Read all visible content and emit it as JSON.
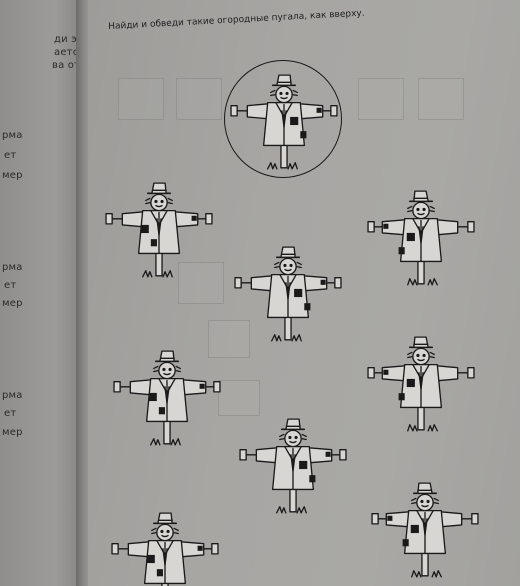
{
  "page": {
    "instruction": "Найди и обведи такие огородные пугала, как вверху."
  },
  "left_page": {
    "lines": [
      "ди  эту",
      "ается:",
      "ва   от",
      "рма",
      "ет",
      "мер",
      "рма",
      "ет",
      "мер",
      "рма",
      "ет",
      "мер"
    ]
  },
  "colors": {
    "ink": "#1a1a1a",
    "paper": "#a7a6a3"
  },
  "figures": [
    {
      "name": "sample",
      "patch": "right",
      "pose": "standard"
    },
    {
      "name": "candidate-1",
      "patch": "left",
      "pose": "standard"
    },
    {
      "name": "candidate-2",
      "patch": "right",
      "pose": "mirrored"
    },
    {
      "name": "candidate-3",
      "patch": "right",
      "pose": "standard"
    },
    {
      "name": "candidate-4",
      "patch": "left",
      "pose": "standard"
    },
    {
      "name": "candidate-5",
      "patch": "right",
      "pose": "mirrored"
    },
    {
      "name": "candidate-6",
      "patch": "right",
      "pose": "standard"
    },
    {
      "name": "candidate-7",
      "patch": "left",
      "pose": "standard"
    },
    {
      "name": "candidate-8",
      "patch": "right",
      "pose": "mirrored"
    }
  ]
}
